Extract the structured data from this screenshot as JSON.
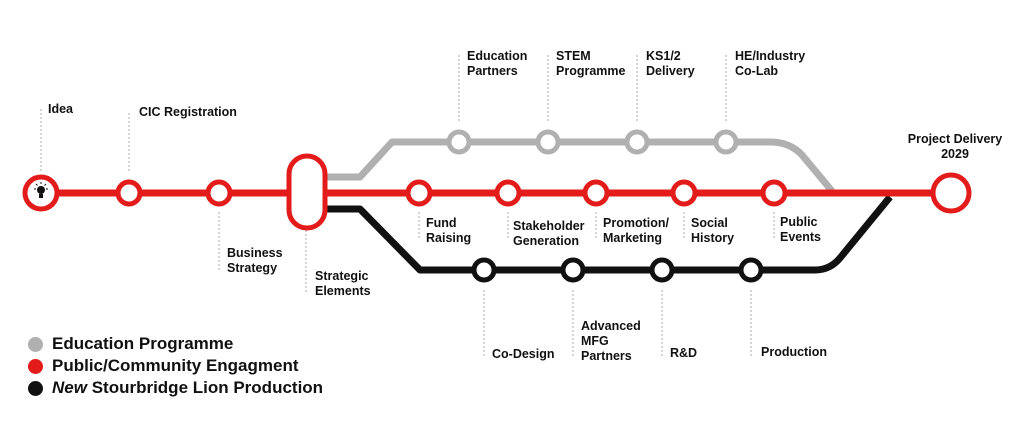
{
  "colors": {
    "education": "#b0b0b0",
    "public": "#e41b1b",
    "production": "#111111",
    "leader": "#a0a0a0"
  },
  "icons": {
    "idea_station": "lightbulb-icon"
  },
  "stations": {
    "idea": "Idea",
    "cic": "CIC Registration",
    "business": "Business\nStrategy",
    "strategic": "Strategic\nElements",
    "fund": "Fund\nRaising",
    "stakeholder": "Stakeholder\nGeneration",
    "promotion": "Promotion/\nMarketing",
    "social": "Social\nHistory",
    "public_events": "Public\nEvents",
    "delivery": "Project Delivery\n2029",
    "edu_partners": "Education\nPartners",
    "stem": "STEM\nProgramme",
    "ks": "KS1/2\nDelivery",
    "he": "HE/Industry\nCo-Lab",
    "codesign": "Co-Design",
    "advanced": "Advanced\nMFG\nPartners",
    "rd": "R&D",
    "production": "Production"
  },
  "legend": {
    "education": "Education Programme",
    "public": "Public/Community Engagment",
    "production_prefix": "New",
    "production_rest": " Stourbridge Lion Production"
  }
}
